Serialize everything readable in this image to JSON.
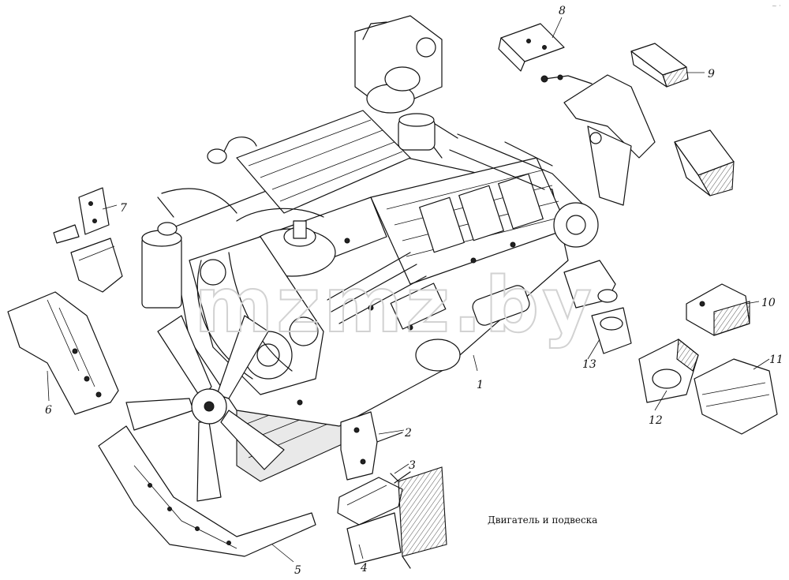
{
  "caption": "Двигатель и подвеска",
  "watermark": "mzmz.by",
  "corner_mark": "~ ·",
  "callouts": {
    "c1": "1",
    "c2": "2",
    "c3": "3",
    "c4": "4",
    "c5": "5",
    "c6": "6",
    "c7": "7",
    "c8": "8",
    "c9": "9",
    "c10": "10",
    "c11": "11",
    "c12": "12",
    "c13": "13"
  }
}
